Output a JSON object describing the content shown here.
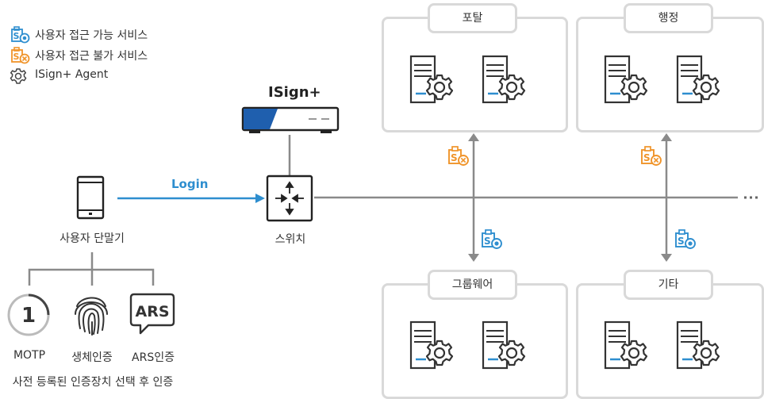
{
  "legend": {
    "items": [
      {
        "icon": "service-accessible-icon",
        "label": "사용자 접근 가능 서비스",
        "color": "#2e8ecf"
      },
      {
        "icon": "service-blocked-icon",
        "label": "사용자 접근 불가 서비스",
        "color": "#f0942a"
      },
      {
        "icon": "gear-icon",
        "label": "ISign+ Agent"
      }
    ]
  },
  "device": {
    "isign_label": "ISign+",
    "switch_label": "스위치",
    "terminal_label": "사용자 단말기",
    "login_label": "Login"
  },
  "auth": {
    "methods": [
      {
        "icon": "motp-icon",
        "label": "MOTP",
        "badge": "1"
      },
      {
        "icon": "fingerprint-icon",
        "label": "생체인증"
      },
      {
        "icon": "ars-icon",
        "label": "ARS인증",
        "badge": "ARS"
      }
    ],
    "caption": "사전 등록된 인증장치 선택 후 인증"
  },
  "groups": [
    {
      "name": "포탈"
    },
    {
      "name": "행정"
    },
    {
      "name": "그룹웨어"
    },
    {
      "name": "기타"
    }
  ],
  "colors": {
    "accent": "#2e8ecf",
    "warning": "#f0942a",
    "line": "#8a8a8a",
    "box": "#d9d9d9",
    "dark": "#333333"
  }
}
